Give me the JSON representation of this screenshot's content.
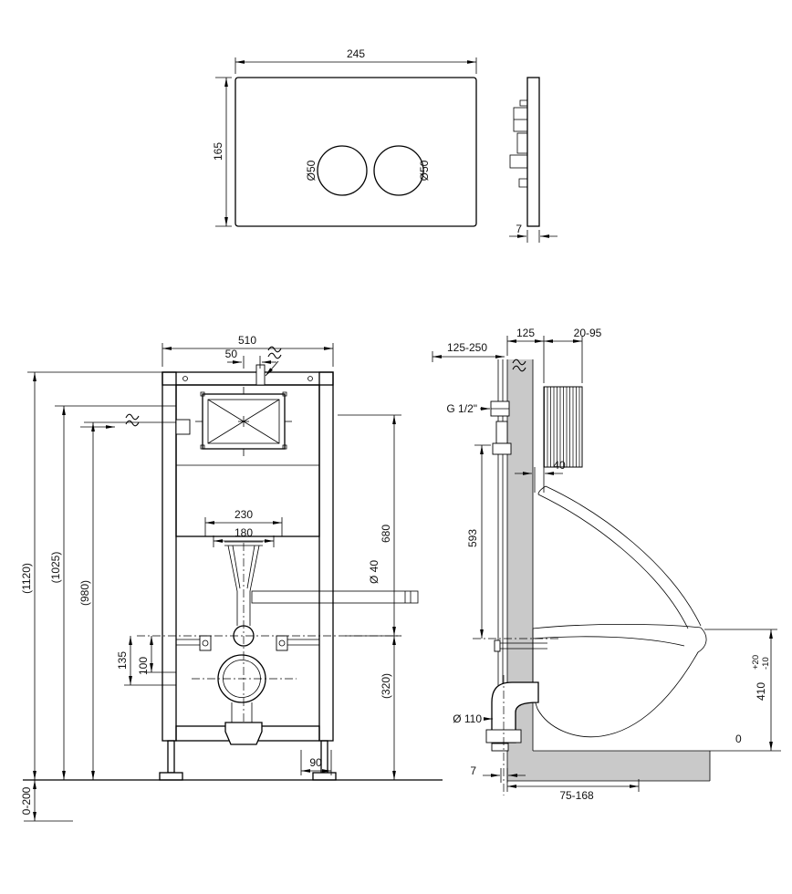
{
  "colors": {
    "line": "#000000",
    "wall_fill": "#c9c9c9",
    "floor_fill": "#c9c9c9"
  },
  "plate_front": {
    "width": "245",
    "height": "165",
    "left_button_dia": "Ø50",
    "right_button_dia": "Ø50"
  },
  "plate_side": {
    "thickness": "7"
  },
  "frame_front": {
    "width": "510",
    "inlet_offset": "50",
    "total_height": "(1120)",
    "height_a": "(1025)",
    "height_b": "(980)",
    "bolt_span_wide": "230",
    "bolt_span_narrow": "180",
    "flush_pipe_dia": "Ø 40",
    "height_c": "680",
    "height_d": "(320)",
    "offset_a": "135",
    "offset_b": "100",
    "foot_offset": "90",
    "floor_buildup_range": "0-200"
  },
  "side_view": {
    "supply_range": "125-250",
    "frame_depth": "125",
    "finish_range": "20-95",
    "supply_thread": "G 1/2\"",
    "pipe_offset": "40",
    "valve_height": "593",
    "outlet_dia": "Ø 110",
    "rim_height": "410",
    "rim_tol_plus": "+20",
    "rim_tol_minus": "-10",
    "zero_level": "0",
    "base_gap": "7",
    "outlet_range": "75-168"
  }
}
